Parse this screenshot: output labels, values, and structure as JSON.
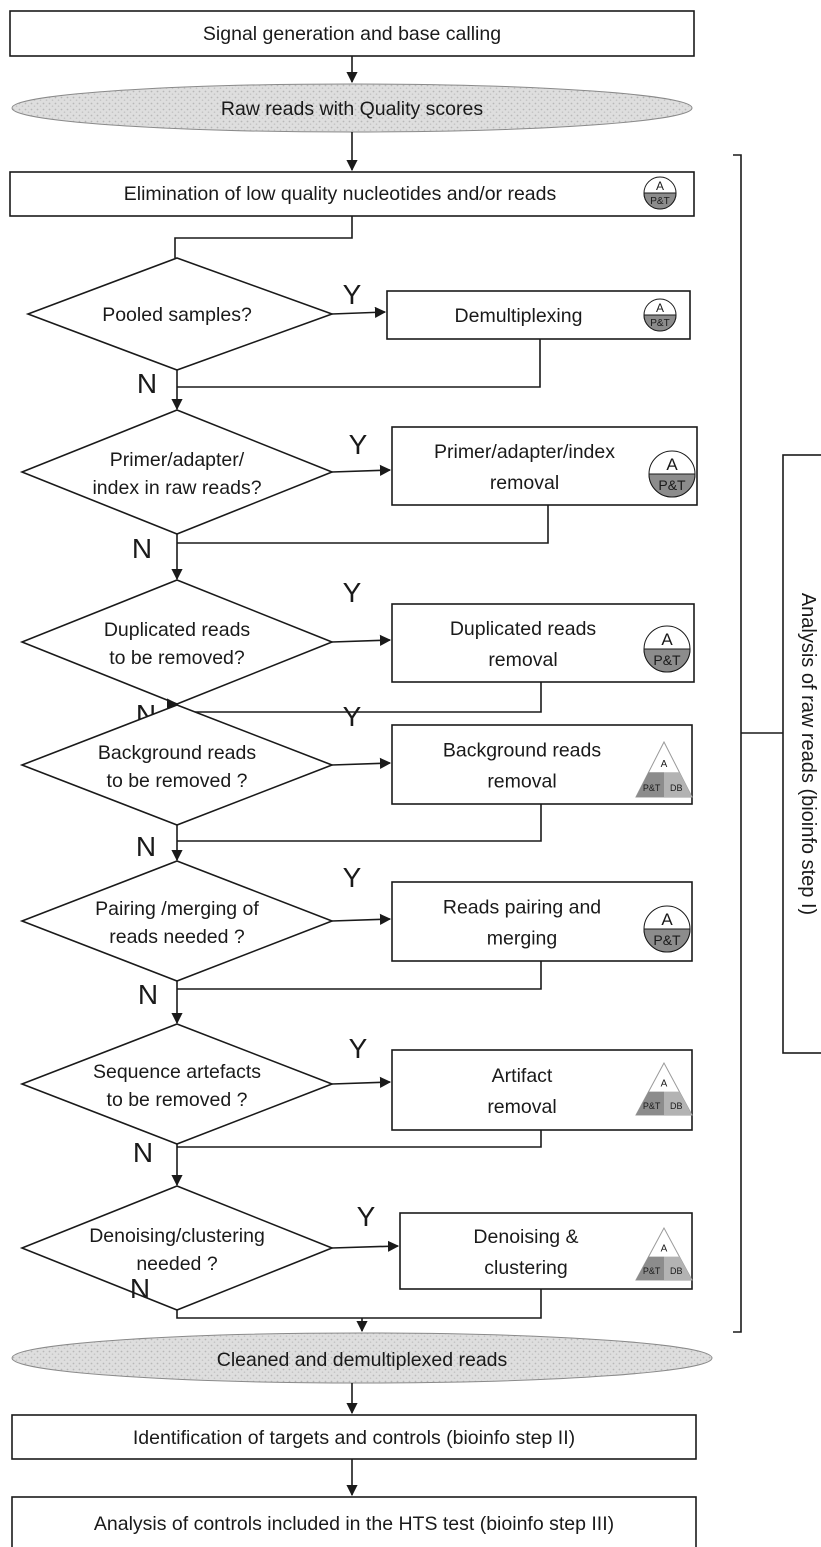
{
  "title": "",
  "nodes": {
    "signal_generation": "Signal generation and base calling",
    "raw_reads": "Raw reads  with Quality scores",
    "elimination": "Elimination of low quality nucleotides and/or reads",
    "cleaned_reads": "Cleaned and demultiplexed reads",
    "identification": "Identification of targets and controls (bioinfo step II)",
    "analysis_controls": "Analysis of controls included in the HTS test (bioinfo step III)"
  },
  "decisions": [
    {
      "question": [
        "Pooled samples?"
      ],
      "action": [
        "Demultiplexing"
      ]
    },
    {
      "question": [
        "Primer/adapter/",
        "index in raw reads?"
      ],
      "action": [
        "Primer/adapter/index",
        "removal"
      ]
    },
    {
      "question": [
        "Duplicated reads",
        "to be removed?"
      ],
      "action": [
        "Duplicated reads",
        "removal"
      ]
    },
    {
      "question": [
        "Background reads",
        "to be removed ?"
      ],
      "action": [
        "Background reads",
        "removal"
      ]
    },
    {
      "question": [
        "Pairing /merging of",
        "reads needed ?"
      ],
      "action": [
        "Reads pairing and",
        "merging"
      ]
    },
    {
      "question": [
        "Sequence artefacts",
        "to be removed ?"
      ],
      "action": [
        "Artifact",
        "removal"
      ]
    },
    {
      "question": [
        "Denoising/clustering",
        "needed  ?"
      ],
      "action": [
        "Denoising &",
        "clustering"
      ]
    }
  ],
  "labels": {
    "yes": "Y",
    "no": "N"
  },
  "badge_text": {
    "top": "A",
    "bottom": "P&T",
    "db": "DB"
  },
  "bracket_label": "Analysis of raw  reads (bioinfo step I)",
  "colors": {
    "stroke": "#1a1a1a",
    "ellipse_fill": "#d9d9d9",
    "badge_fill": "#8c8c8c",
    "badge_light": "#b3b3b3"
  }
}
